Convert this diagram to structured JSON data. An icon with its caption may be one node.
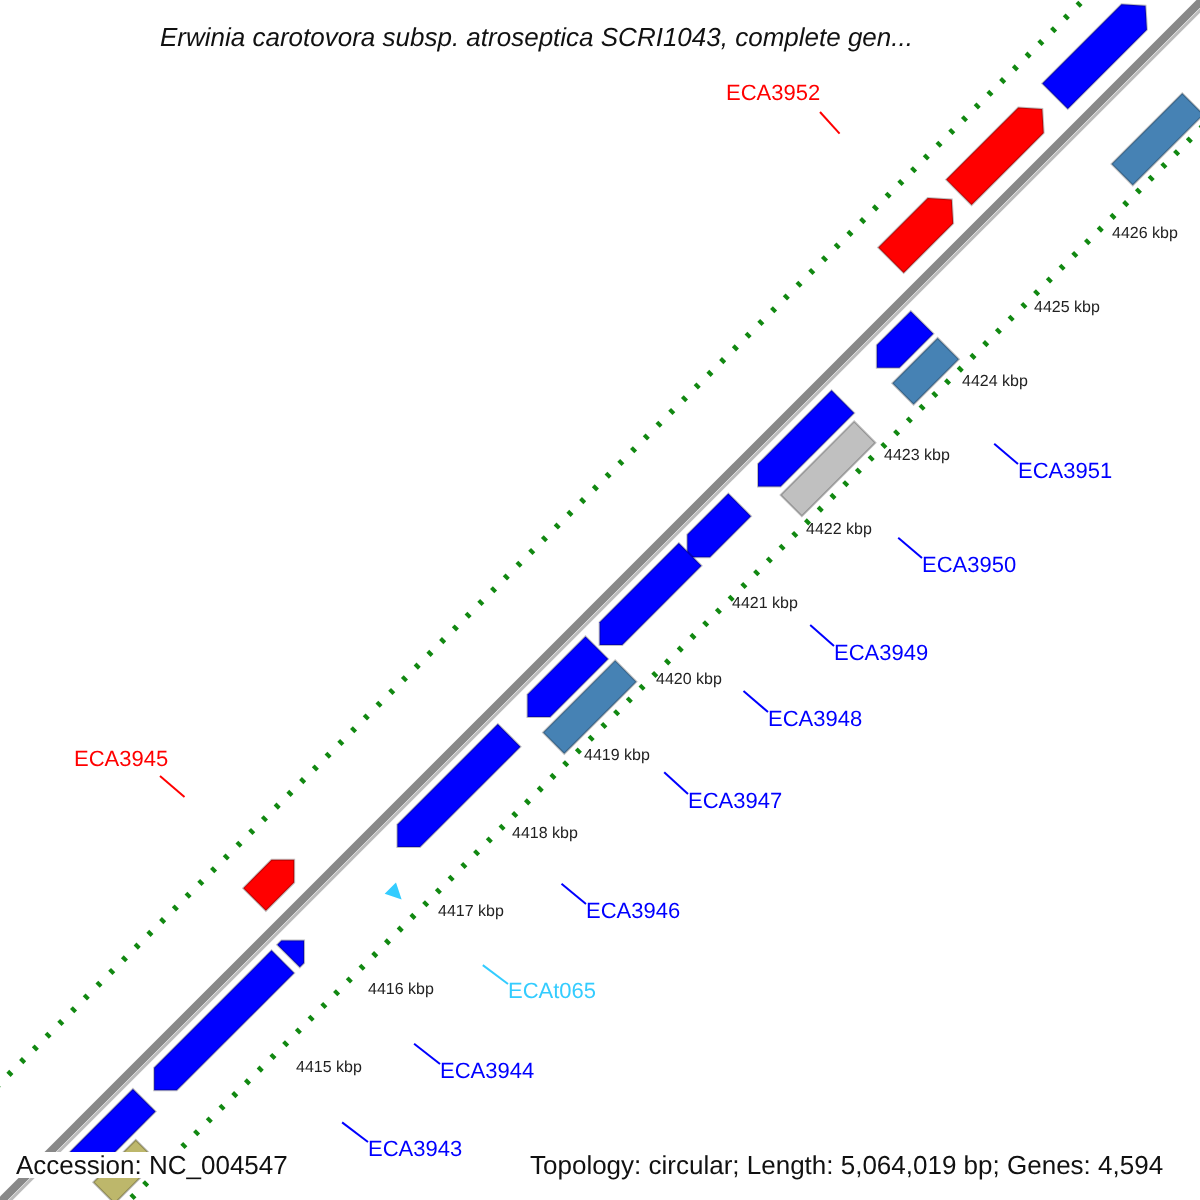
{
  "diagram": {
    "title": "Erwinia carotovora subsp. atroseptica SCRI1043, complete gen...",
    "nodes": [
      {
        "text": [
          "ECA3952"
        ]
      },
      {
        "text": [
          "ECA3951"
        ]
      },
      {
        "text": [
          "ECA3950"
        ]
      },
      {
        "text": [
          "ECA3949"
        ]
      },
      {
        "text": [
          "ECA3948"
        ]
      },
      {
        "text": [
          "ECA3945"
        ]
      },
      {
        "text": [
          "ECA3947"
        ]
      },
      {
        "text": [
          "ECA3946"
        ]
      },
      {
        "text": [
          "ECAt065"
        ]
      },
      {
        "text": [
          "ECA3944"
        ]
      },
      {
        "text": [
          "ECA3943"
        ]
      }
    ],
    "edges": [
      {
        "from": 0,
        "to": null,
        "arrow": "none",
        "color": "#ff0000"
      },
      {
        "from": 1,
        "to": null,
        "arrow": "none"
      },
      {
        "from": 2,
        "to": null,
        "arrow": "none"
      },
      {
        "from": 3,
        "to": null,
        "arrow": "none"
      },
      {
        "from": 4,
        "to": null,
        "arrow": "none"
      },
      {
        "from": 5,
        "to": null,
        "arrow": "none",
        "color": "#ff0000"
      },
      {
        "from": 6,
        "to": null,
        "arrow": "none"
      },
      {
        "from": 7,
        "to": null,
        "arrow": "none"
      },
      {
        "from": 8,
        "to": null,
        "arrow": "none",
        "color": "#33ccff"
      },
      {
        "from": 9,
        "to": null,
        "arrow": "none"
      },
      {
        "from": 10,
        "to": null,
        "arrow": "none"
      }
    ],
    "labels": [
      "4426 kbp",
      "4425 kbp",
      "4424 kbp",
      "4423 kbp",
      "4422 kbp",
      "4421 kbp",
      "4420 kbp",
      "4419 kbp",
      "4418 kbp",
      "4417 kbp",
      "4416 kbp",
      "4415 kbp",
      "Accession: NC_004547",
      "Topology: circular; Length: 5,064,019 bp; Genes: 4,594"
    ]
  }
}
